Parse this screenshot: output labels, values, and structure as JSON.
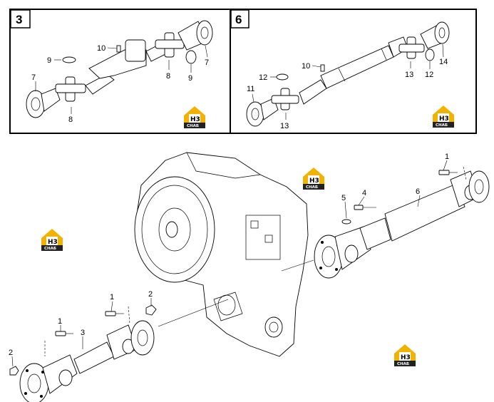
{
  "panels": [
    {
      "label": "3"
    },
    {
      "label": "6"
    }
  ],
  "callouts_panel3": [
    "7",
    "9",
    "10",
    "8",
    "7",
    "8",
    "9"
  ],
  "callouts_panel6": [
    "11",
    "12",
    "13",
    "10",
    "13",
    "12",
    "14"
  ],
  "callouts_main": [
    "1",
    "2",
    "1",
    "2",
    "3",
    "5",
    "4",
    "1",
    "6"
  ],
  "logo": {
    "mark": "H3",
    "text": "CHAБ"
  },
  "colors": {
    "logo_yellow": "#f2b200",
    "logo_dark": "#222222",
    "line": "#000000"
  }
}
